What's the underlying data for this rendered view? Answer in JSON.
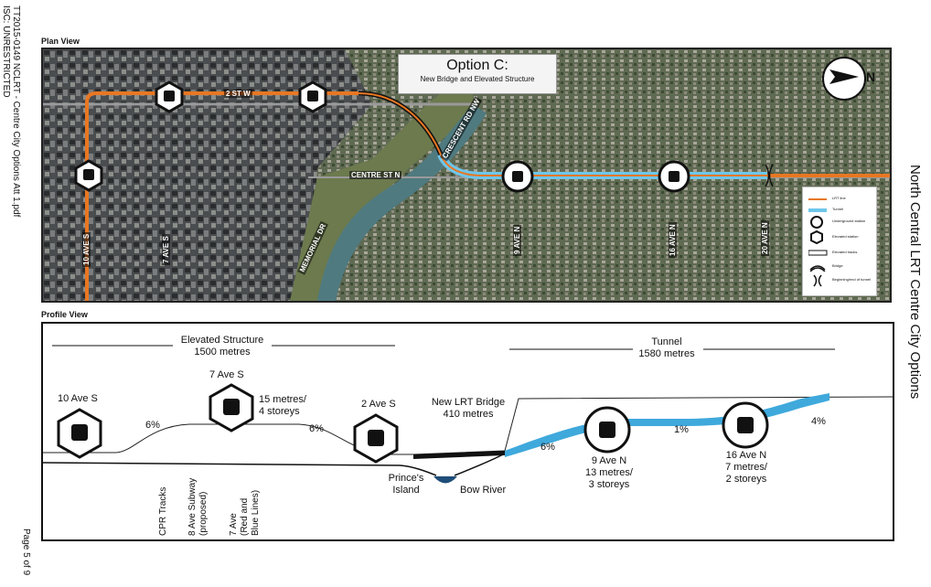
{
  "side": {
    "file_ref": "TT2015-0149 NCLRT - Centre City Options Att 1.pdf",
    "classification": "ISC: UNRESTRICTED",
    "page": "Page 5 of 9",
    "doc_title": "North Central LRT Centre City Options"
  },
  "plan": {
    "label": "Plan View",
    "title": "Option C:",
    "subtitle": "New Bridge and Elevated Structure",
    "north": "N",
    "roads": {
      "st2w": "2 ST W",
      "crescent": "CRESCENT RD NW",
      "centre": "CENTRE ST N",
      "memorial": "MEMORIAL DR",
      "ave10s": "10 AVE S",
      "ave7s": "7 AVE S",
      "ave9n": "9 AVE N",
      "ave16n": "16 AVE N",
      "ave20n": "20 AVE N"
    },
    "legend": {
      "lrt_line": "LRT line",
      "tunnel": "Tunnel",
      "underground": "Underground station",
      "elevated_station": "Elevated station",
      "elevated_tracks": "Elevated tracks",
      "bridge": "Bridge",
      "tunnel_begin": "Beginning/end of tunnel"
    },
    "colors": {
      "lrt": "#e87722",
      "tunnel": "#6ec6ea",
      "elevated": "#111111"
    }
  },
  "profile": {
    "label": "Profile View",
    "elevated_name": "Elevated Structure",
    "elevated_len": "1500 metres",
    "tunnel_name": "Tunnel",
    "tunnel_len": "1580 metres",
    "st10": "10 Ave S",
    "st7": "7 Ave S",
    "st7_height_1": "15 metres/",
    "st7_height_2": "4 storeys",
    "st2": "2 Ave S",
    "bridge_1": "New LRT Bridge",
    "bridge_2": "410 metres",
    "st9": "9 Ave N",
    "st9_depth_1": "13 metres/",
    "st9_depth_2": "3 storeys",
    "st16": "16 Ave N",
    "st16_depth_1": "7 metres/",
    "st16_depth_2": "2 storeys",
    "grade_a": "6%",
    "grade_b": "6%",
    "grade_c": "6%",
    "grade_d": "1%",
    "grade_e": "4%",
    "island_1": "Prince's",
    "island_2": "Island",
    "river": "Bow River",
    "cpr": "CPR Tracks",
    "subway_1": "8 Ave Subway",
    "subway_2": "(proposed)",
    "ave7_1": "7 Ave",
    "ave7_2": "(Red and",
    "ave7_3": "Blue Lines)"
  }
}
